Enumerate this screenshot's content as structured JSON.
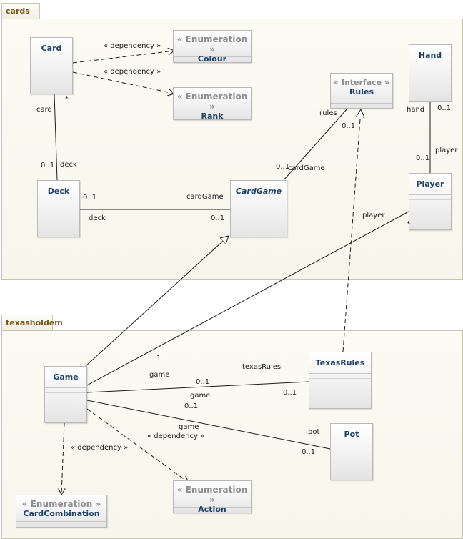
{
  "packages": {
    "cards": "cards",
    "texasholdem": "texasholdem"
  },
  "classes": {
    "card": "Card",
    "colour": {
      "stereotype": "« Enumeration »",
      "name": "Colour"
    },
    "rank": {
      "stereotype": "« Enumeration »",
      "name": "Rank"
    },
    "rules": {
      "stereotype": "« Interface »",
      "name": "Rules"
    },
    "hand": "Hand",
    "deck": "Deck",
    "cardgame": "CardGame",
    "player": "Player",
    "game": "Game",
    "texasrules": "TexasRules",
    "pot": "Pot",
    "cardcombination": {
      "stereotype": "« Enumeration »",
      "name": "CardCombination"
    },
    "action": {
      "stereotype": "« Enumeration »",
      "name": "Action"
    }
  },
  "labels": {
    "dep_card_colour": "« dependency »",
    "dep_card_rank": "« dependency »",
    "card_end_role": "card",
    "card_end_mult": "*",
    "deck_end_mult_top": "0..1",
    "deck_end_role_top": "deck",
    "deck_cg_mult_left": "0..1",
    "deck_cg_role_left": "deck",
    "deck_cg_role_right": "cardGame",
    "deck_cg_mult_right": "0..1",
    "cg_rules_role": "rules",
    "cg_rules_mult_top": "0..1",
    "cg_rules_mult_bottom": "0..1",
    "cg_rules_role_bottom": "cardGame",
    "hand_role": "hand",
    "hand_mult": "0..1",
    "player_mult_top": "0..1",
    "player_role_top": "player",
    "player_game_role": "player",
    "player_game_mult": "*",
    "game_player_mult": "1",
    "game_texas_role_game": "game",
    "game_texas_mult_game": "0..1",
    "game_texas_role_rules": "texasRules",
    "game_texas_mult_rules": "0..1",
    "game_pot_role_game": "game",
    "game_pot_mult_game": "0..1",
    "game_pot_role_game2": "game",
    "dep_game_action": "« dependency »",
    "dep_game_combo": "« dependency »",
    "pot_role": "pot",
    "pot_mult": "0..1"
  },
  "colors": {
    "package_label": "#7a5518",
    "class_name": "#1d3f6b",
    "stereotype": "#8e8e8e",
    "line": "#1a1a1a"
  }
}
